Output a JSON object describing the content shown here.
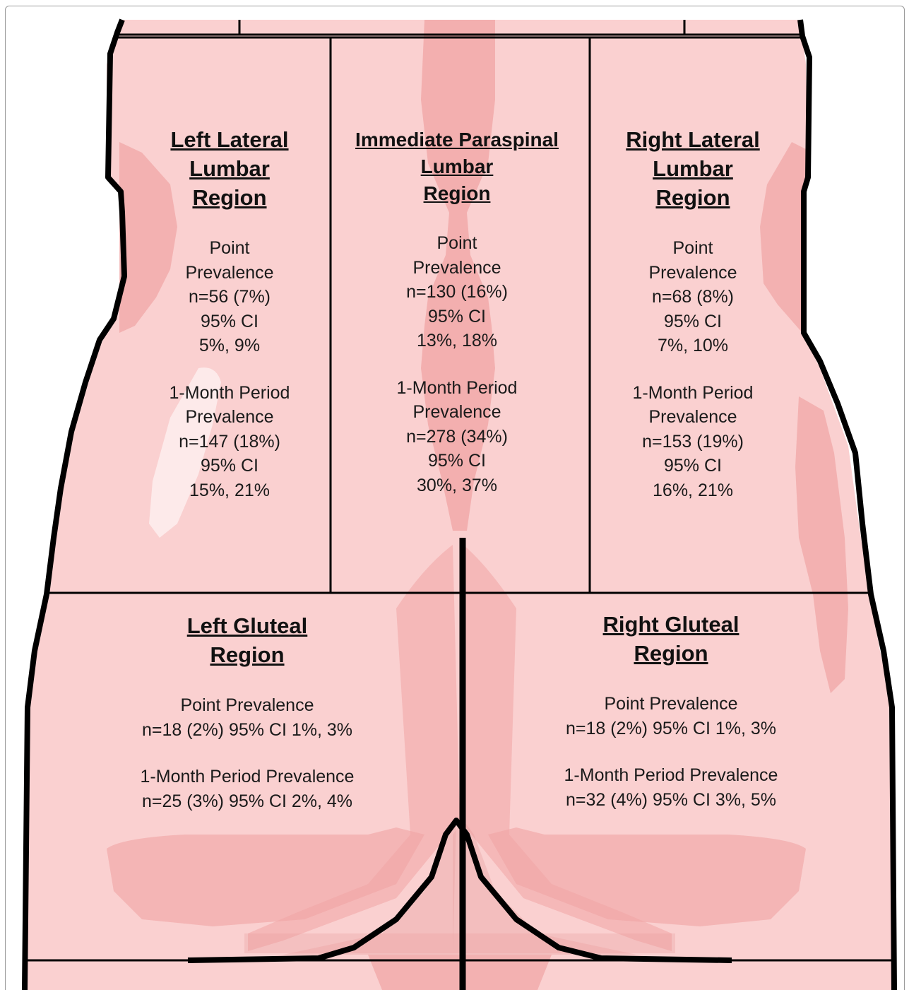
{
  "colors": {
    "skin": "#fad0d0",
    "skin_dark": "#f0a4a4",
    "skin_darker": "#e59999",
    "highlight": "#fdeaea",
    "outline": "#000000"
  },
  "regions": {
    "left_lateral": {
      "title": "Left Lateral\nLumbar\nRegion",
      "point": "Point\nPrevalence\nn=56 (7%)\n95% CI\n5%, 9%",
      "period": "1-Month Period\nPrevalence\nn=147 (18%)\n95% CI\n15%, 21%"
    },
    "paraspinal": {
      "title": "Immediate Paraspinal\nLumbar\nRegion",
      "point": "Point\nPrevalence\nn=130 (16%)\n95% CI\n13%, 18%",
      "period": "1-Month Period\nPrevalence\nn=278 (34%)\n95% CI\n30%, 37%"
    },
    "right_lateral": {
      "title": "Right Lateral\nLumbar\nRegion",
      "point": "Point\nPrevalence\nn=68 (8%)\n95% CI\n7%, 10%",
      "period": "1-Month Period\nPrevalence\nn=153 (19%)\n95% CI\n16%, 21%"
    },
    "left_gluteal": {
      "title": "Left Gluteal\nRegion",
      "point": "Point Prevalence\nn=18 (2%) 95% CI 1%, 3%",
      "period": "1-Month Period Prevalence\nn=25 (3%) 95% CI 2%, 4%"
    },
    "right_gluteal": {
      "title": "Right Gluteal\nRegion",
      "point": "Point Prevalence\nn=18 (2%) 95% CI 1%, 3%",
      "period": "1-Month Period Prevalence\nn=32 (4%) 95% CI 3%, 5%"
    }
  }
}
